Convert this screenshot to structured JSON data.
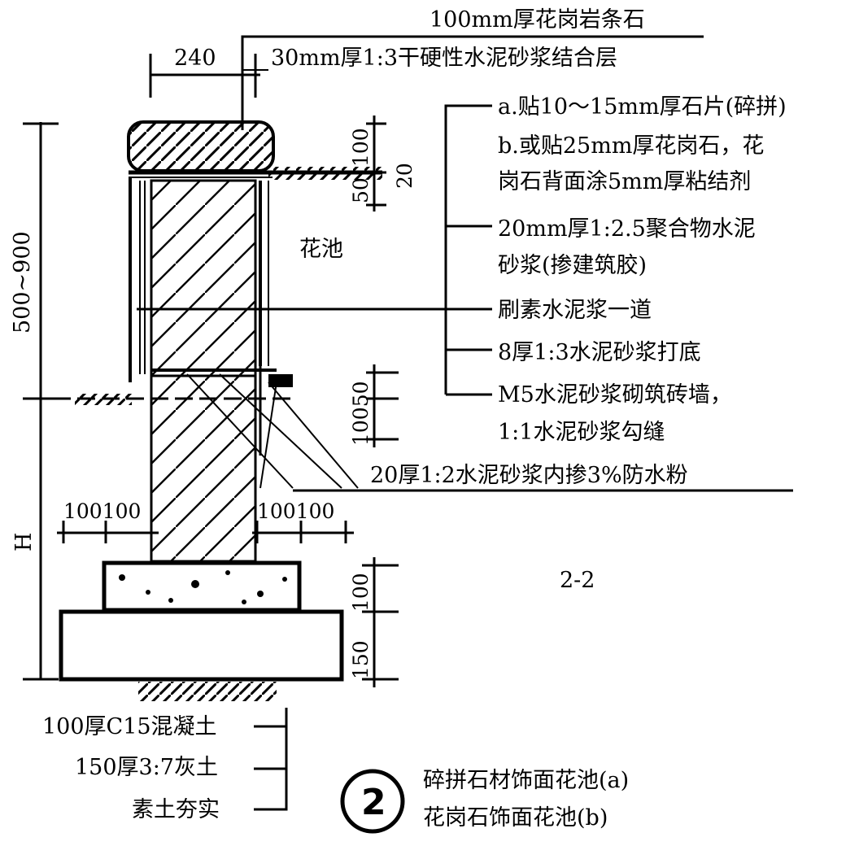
{
  "annotations": {
    "top_granite": "100mm厚花岗岩条石",
    "bedding_mortar": "30mm厚1:3干硬性水泥砂浆结合层",
    "finish_a": "a.贴10～15mm厚石片(碎拼)",
    "finish_b_line1": "b.或贴25mm厚花岗石，花",
    "finish_b_line2": "岗石背面涂5mm厚粘结剂",
    "polymer_mortar_line1": "20mm厚1:2.5聚合物水泥",
    "polymer_mortar_line2": "砂浆(掺建筑胶)",
    "cement_slurry": "刷素水泥浆一道",
    "base_mortar": "8厚1:3水泥砂浆打底",
    "brick_wall_line1": "M5水泥砂浆砌筑砖墙，",
    "brick_wall_line2": "1:1水泥砂浆勾缝",
    "waterproof": "20厚1:2水泥砂浆内掺3%防水粉",
    "concrete": "100厚C15混凝土",
    "lime_soil": "150厚3:7灰土",
    "compacted_soil": "素土夯实",
    "planter": "花池"
  },
  "dimensions": {
    "top_width": "240",
    "height_range": "500~900",
    "foundation_height": "H",
    "cap_100": "100",
    "cap_50": "50",
    "cap_20": "20",
    "wall_100_50": "10050",
    "left_offset": "100100",
    "right_offset": "100100",
    "footing_150": "150",
    "footing_100": "100"
  },
  "section": {
    "mark": "2-2",
    "circle_number": "2",
    "title_a": "碎拼石材饰面花池(a)",
    "title_b": "花岗石饰面花池(b)"
  },
  "colors": {
    "ink": "#000000",
    "paper": "#ffffff"
  }
}
